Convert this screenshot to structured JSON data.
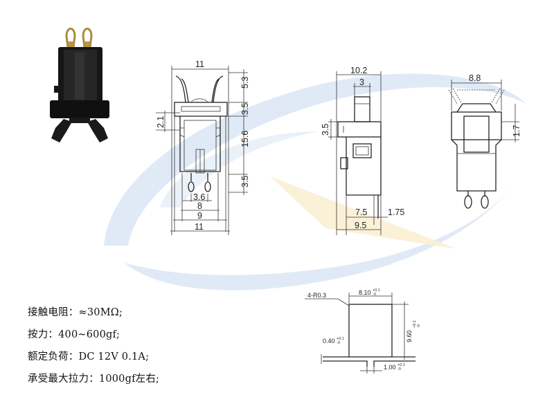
{
  "colors": {
    "watermark_blue": "#dbe6f5",
    "watermark_yellow": "#fbf0d3",
    "line": "#333333",
    "part_black": "#161616"
  },
  "front_view": {
    "dim_top": "11",
    "dim_right_1": "5.3",
    "dim_right_2": "3.5",
    "dim_right_3": "15.6",
    "dim_right_4": "3.5",
    "dim_left": "2.1",
    "dim_b1": "3.6",
    "dim_b2": "8",
    "dim_b3": "9",
    "dim_b4": "11"
  },
  "side_view": {
    "dim_top1": "10.2",
    "dim_top2": "3",
    "dim_left": "3.5",
    "dim_b1": "7.5",
    "dim_b1_right": "1.75",
    "dim_b2": "9.5"
  },
  "end_view": {
    "dim_top": "8.8",
    "dim_right": "1.7"
  },
  "cutout": {
    "radius_label": "4-R0.3",
    "width_label": "8.10",
    "width_tol": "+0.1",
    "width_tol_low": "-0",
    "height_label": "9.60",
    "height_tol": "+0.1",
    "height_tol_low": "-0",
    "tab_label": "0.40",
    "tab_tol": "+0.1",
    "tab_tol_low": "-0",
    "foot_label": "1.00",
    "foot_tol": "+0.1",
    "foot_tol_low": "-0"
  },
  "specs": [
    "接触电阻：≈30MΩ;",
    "按力：400~600gf;",
    "额定负荷：DC 12V   0.1A;",
    "承受最大拉力：1000gf左右;"
  ]
}
